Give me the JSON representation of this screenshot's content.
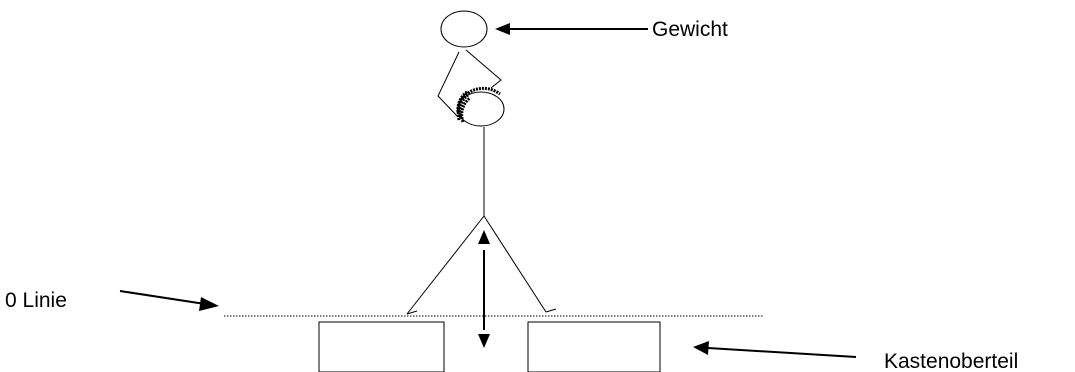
{
  "labels": {
    "weight": "Gewicht",
    "zero_line": "0 Linie",
    "box_top": "Kastenoberteil"
  },
  "colors": {
    "stroke": "#000000",
    "background": "#ffffff"
  }
}
